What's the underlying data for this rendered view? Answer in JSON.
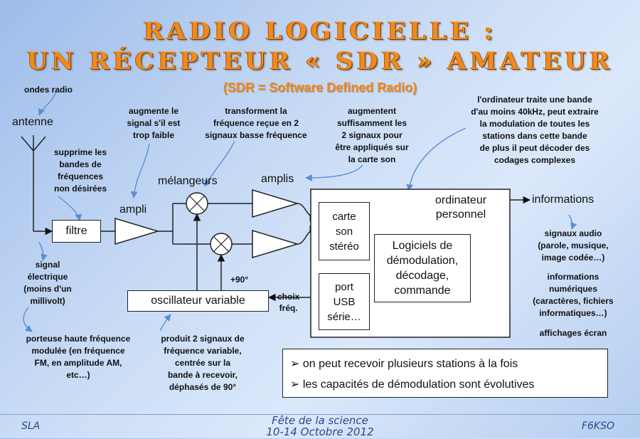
{
  "title": {
    "line1": "RADIO LOGICIELLE :",
    "line2": "UN RÉCEPTEUR « SDR » AMATEUR",
    "subtitle": "(SDR = Software Defined Radio)"
  },
  "labels": {
    "ondes_radio": "ondes radio",
    "antenne": "antenne",
    "ampli": "ampli",
    "melangeurs": "mélangeurs",
    "amplis": "amplis",
    "plus90": "+90°",
    "choix1": "choix",
    "choix2": "fréq.",
    "informations": "informations",
    "ordinateur1": "ordinateur",
    "ordinateur2": "personnel"
  },
  "boxes": {
    "filtre": "filtre",
    "oscillateur": "oscillateur variable",
    "carte": [
      "carte",
      "son",
      "stéréo"
    ],
    "logiciels": [
      "Logiciels de",
      "démodulation,",
      "décodage,",
      "commande"
    ],
    "port": [
      "port",
      "USB",
      "série…"
    ]
  },
  "notes": {
    "supprime": [
      "supprime les",
      "bandes de",
      "fréquences",
      "non désirées"
    ],
    "augmente_signal": [
      "augmente le",
      "signal s'il est",
      "trop faible"
    ],
    "transforment": [
      "transforment la",
      "fréquence reçue en 2",
      "signaux basse fréquence"
    ],
    "augmentent": [
      "augmentent",
      "suffisamment les",
      "2 signaux pour",
      "être appliqués sur",
      "la carte son"
    ],
    "ordinateur_traite": [
      "l'ordinateur traite une bande",
      "d'au moins 40kHz, peut extraire",
      "la modulation de toutes les",
      "stations dans cette bande",
      "de plus il peut décoder des",
      "codages complexes"
    ],
    "signal_electrique": [
      "signal",
      "électrique",
      "(moins d'un",
      "millivolt)"
    ],
    "porteuse": [
      "porteuse haute fréquence",
      "modulée (en fréquence",
      "FM, en amplitude AM,",
      "etc…)"
    ],
    "produit": [
      "produit 2 signaux de",
      "fréquence variable,",
      "centrée sur la",
      "bande à recevoir,",
      "déphasés de 90°"
    ],
    "signaux_audio": [
      "signaux audio",
      "(parole, musique,",
      "image codée…)"
    ],
    "infos_num": [
      "informations",
      "numériques",
      "(caractères, fichiers",
      "informatiques…)"
    ],
    "affichages": [
      "affichages écran"
    ]
  },
  "bullets": [
    "on peut recevoir plusieurs stations à la fois",
    "les capacités de démodulation sont évolutives"
  ],
  "footer": {
    "left": "SLA",
    "center1": "Fête de la science",
    "center2": "10-14 Octobre 2012",
    "right": "F6KSO"
  },
  "colors": {
    "title": "#f08a1e",
    "arrow_note": "#5b8fd0",
    "footer_text": "#2a4a8a"
  }
}
